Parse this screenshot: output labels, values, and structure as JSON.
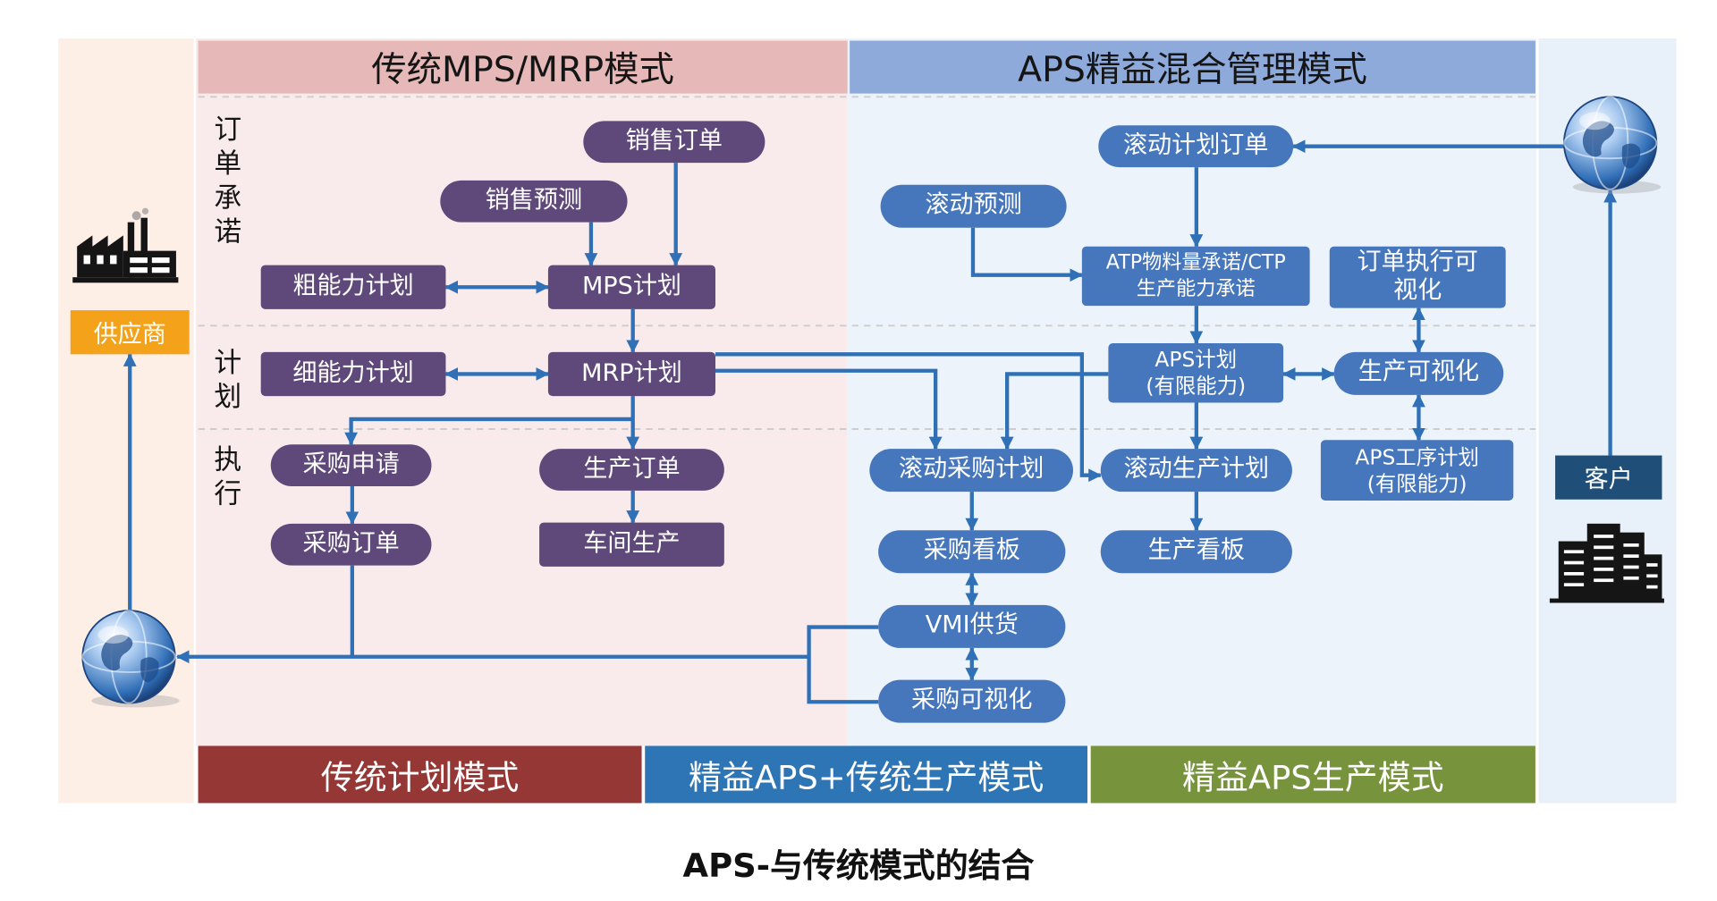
{
  "caption": "APS-与传统模式的结合",
  "headers": {
    "traditional": "传统MPS/MRP模式",
    "aps": "APS精益混合管理模式"
  },
  "row_labels": {
    "order_commitment": "订单承诺",
    "planning": "计划",
    "execution": "执行"
  },
  "supplier": {
    "label": "供应商",
    "icon": "factory-icon",
    "network_icon": "globe-icon"
  },
  "customer": {
    "label": "客户",
    "icon": "office-buildings-icon",
    "network_icon": "globe-icon"
  },
  "traditional_nodes": {
    "sales_order": "销售订单",
    "sales_forecast": "销售预测",
    "rough_capacity_plan": "粗能力计划",
    "mps_plan": "MPS计划",
    "fine_capacity_plan": "细能力计划",
    "mrp_plan": "MRP计划",
    "purchase_request": "采购申请",
    "production_order": "生产订单",
    "purchase_order": "采购订单",
    "workshop_production": "车间生产"
  },
  "aps_nodes": {
    "rolling_plan_order": "滚动计划订单",
    "rolling_forecast": "滚动预测",
    "atp_ctp": {
      "line1": "ATP物料量承诺/CTP",
      "line2": "生产能力承诺"
    },
    "order_execution_visual": {
      "line1": "订单执行可",
      "line2": "视化"
    },
    "aps_plan": {
      "line1": "APS计划",
      "line2": "(有限能力)"
    },
    "production_visual": "生产可视化",
    "rolling_purchase_plan": "滚动采购计划",
    "rolling_production_plan": "滚动生产计划",
    "aps_process_plan": {
      "line1": "APS工序计划",
      "line2": "(有限能力)"
    },
    "purchase_kanban": "采购看板",
    "production_kanban": "生产看板",
    "vmi_supply": "VMI供货",
    "purchase_visual": "采购可视化"
  },
  "footer_bands": {
    "traditional": "传统计划模式",
    "hybrid": "精益APS+传统生产模式",
    "lean": "精益APS生产模式"
  },
  "colors": {
    "traditional_node": "#5f497a",
    "aps_node": "#4677bd",
    "arrow": "#2f70b7",
    "supplier_label": "#f4a21a",
    "customer_label": "#1f4e79",
    "header_traditional": "#e6b9b8",
    "header_aps": "#8eaadb",
    "band_traditional": "#953735",
    "band_hybrid": "#2e75b6",
    "band_lean": "#77933c"
  }
}
